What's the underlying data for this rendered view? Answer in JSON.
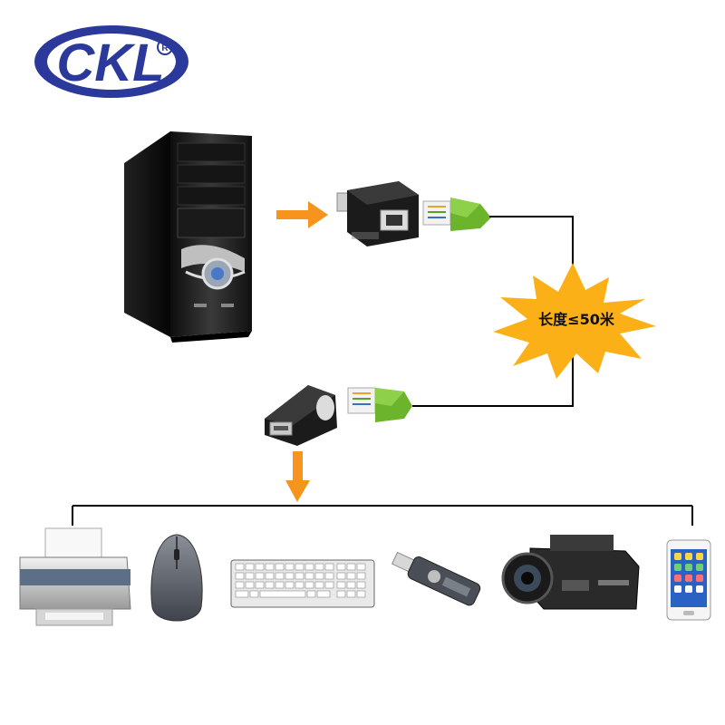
{
  "logo": {
    "text": "CKL",
    "registered_mark": "R",
    "colors": {
      "ring": "#2b3a9a",
      "fill": "#ffffff"
    }
  },
  "devices": {
    "source": {
      "icon": "desktop-tower-icon"
    },
    "transmitter": {
      "icon": "usb-rj45-transmitter-icon"
    },
    "receiver": {
      "icon": "usb-rj45-receiver-icon"
    },
    "peripherals": [
      {
        "icon": "printer-icon"
      },
      {
        "icon": "mouse-icon"
      },
      {
        "icon": "keyboard-icon"
      },
      {
        "icon": "usb-flash-drive-icon"
      },
      {
        "icon": "camcorder-icon"
      },
      {
        "icon": "smartphone-icon"
      }
    ]
  },
  "cable": {
    "length_label": "长度≤50米"
  },
  "colors": {
    "arrow": "#f7941d",
    "starburst": "#fbb018",
    "rj45_boot": "#6bb42c",
    "line": "#000000"
  }
}
